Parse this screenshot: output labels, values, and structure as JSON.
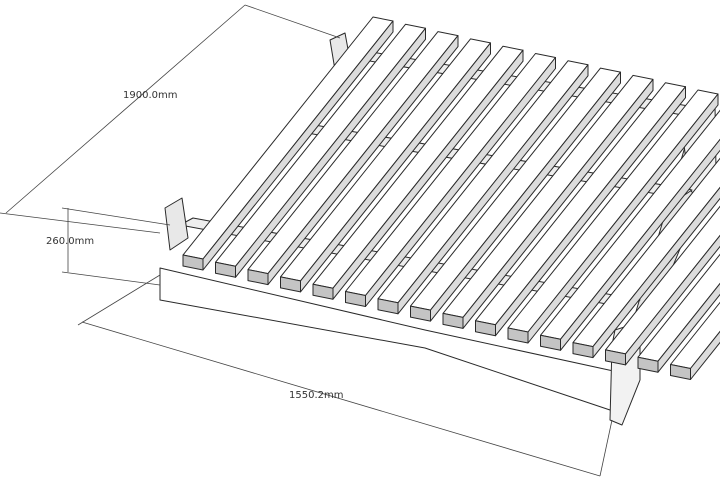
{
  "dimensions": {
    "length": "1900.0mm",
    "height": "260.0mm",
    "width": "1550.2mm"
  },
  "colors": {
    "background": "#ffffff",
    "slat_top": "#ffffff",
    "slat_side": "#dcdcdc",
    "slat_end": "#c4c4c4",
    "frame_side": "#ececec",
    "outline": "#2a2a2a",
    "dimension": "#444444"
  }
}
